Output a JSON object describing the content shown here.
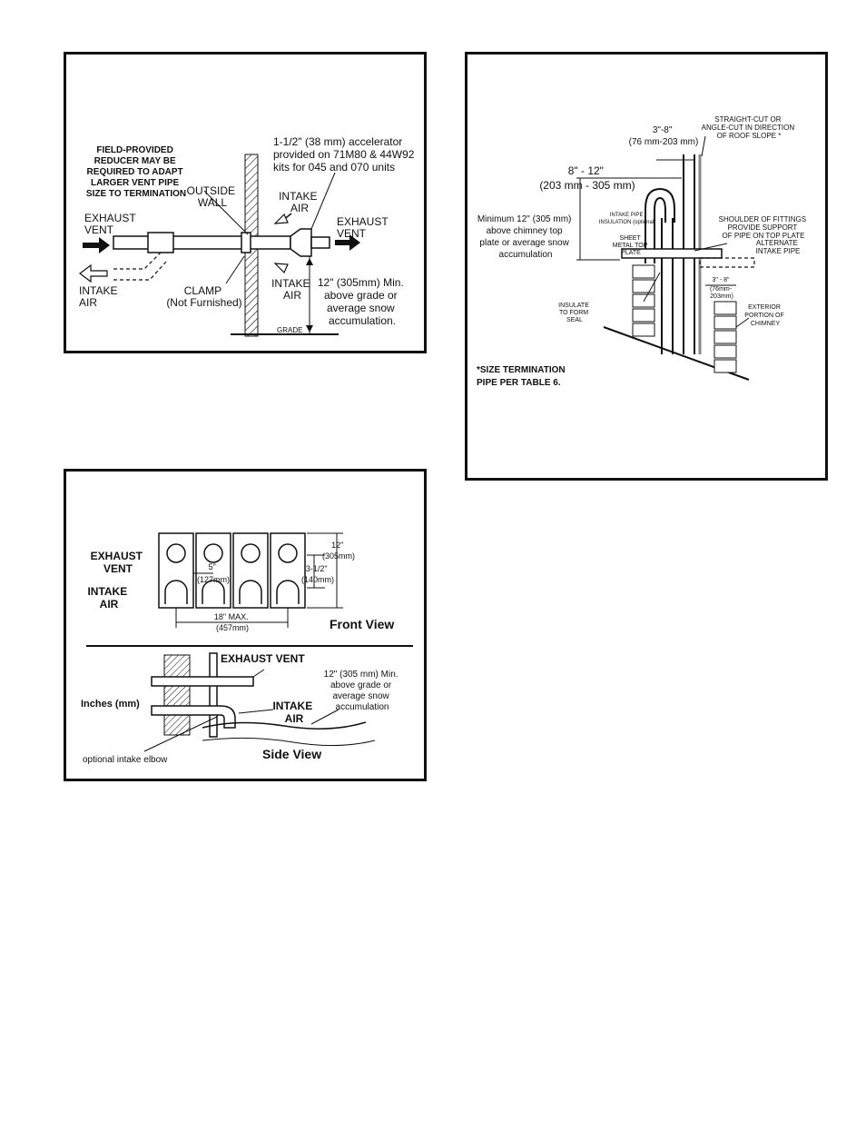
{
  "fig1": {
    "reducer_note": [
      "FIELD-PROVIDED",
      "REDUCER MAY BE",
      "REQUIRED TO ADAPT",
      "LARGER VENT PIPE",
      "SIZE TO TERMINATION"
    ],
    "accelerator_note": [
      "1-1/2\" (38 mm) accelerator",
      "provided on 71M80 & 44W92",
      "kits for 045 and 070 units"
    ],
    "outside_wall": [
      "OUTSIDE",
      "WALL"
    ],
    "intake_air_top": [
      "INTAKE",
      "AIR"
    ],
    "exhaust_vent_left": [
      "EXHAUST",
      "VENT"
    ],
    "exhaust_vent_right": [
      "EXHAUST",
      "VENT"
    ],
    "intake_air_left": [
      "INTAKE",
      "AIR"
    ],
    "clamp": [
      "CLAMP",
      "(Not Furnished)"
    ],
    "intake_air_bottom": [
      "INTAKE",
      "AIR"
    ],
    "clearance_note": [
      "12\" (305mm) Min.",
      "above grade or",
      "average snow",
      "accumulation."
    ],
    "grade": "GRADE"
  },
  "fig2": {
    "exhaust_vent": [
      "EXHAUST",
      "VENT"
    ],
    "intake_air": [
      "INTAKE",
      "AIR"
    ],
    "dim_5": [
      "5\"",
      "(127mm)"
    ],
    "dim_12": [
      "12\"",
      "(305mm)"
    ],
    "dim_3_5": [
      "3-1/2\"",
      "(140mm)"
    ],
    "dim_18": [
      "18\" MAX.",
      "(457mm)"
    ],
    "front_view": "Front View",
    "exhaust_vent_side": "EXHAUST VENT",
    "clearance_note": [
      "12\" (305 mm) Min.",
      "above grade or",
      "average snow",
      "accumulation"
    ],
    "inches_mm": "Inches (mm)",
    "intake_air_side": [
      "INTAKE",
      "AIR"
    ],
    "optional_elbow": "optional intake elbow",
    "side_view": "Side View"
  },
  "fig3": {
    "straight_cut": [
      "STRAIGHT-CUT OR",
      "ANGLE-CUT IN DIRECTION",
      "OF ROOF SLOPE *"
    ],
    "dim_3_8": [
      "3\"-8\"",
      "(76 mm-203 mm)"
    ],
    "dim_8_12": [
      "8\" - 12\"",
      "(203 mm - 305 mm)"
    ],
    "minimum_note": [
      "Minimum 12\" (305 mm)",
      "above chimney top",
      "plate or average snow",
      "accumulation"
    ],
    "insulation": [
      "INTAKE PIPE",
      "INSULATION (optional)"
    ],
    "shoulder": [
      "SHOULDER OF FITTINGS",
      "PROVIDE SUPPORT",
      "OF PIPE ON TOP PLATE"
    ],
    "sheet_metal": [
      "SHEET",
      "METAL TOP",
      "PLATE"
    ],
    "alternate": [
      "ALTERNATE",
      "INTAKE PIPE"
    ],
    "dim_small": [
      "3\" - 8\"",
      "(76mm-",
      "203mm)"
    ],
    "insulate": [
      "INSULATE",
      "TO FORM",
      "SEAL"
    ],
    "exterior": [
      "EXTERIOR",
      "PORTION OF",
      "CHIMNEY"
    ],
    "size_note": [
      "*SIZE TERMINATION",
      "PIPE PER TABLE 6."
    ]
  }
}
